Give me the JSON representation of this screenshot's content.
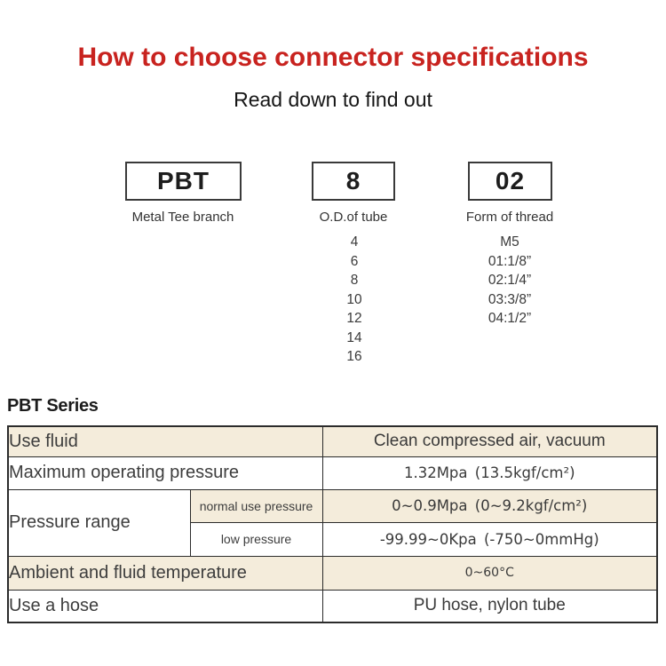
{
  "page": {
    "title": "How to choose connector specifications",
    "subtitle": "Read down to find out",
    "series_heading": "PBT Series"
  },
  "model_selector": {
    "boxes": [
      {
        "code": "PBT",
        "caption": "Metal Tee branch"
      },
      {
        "code": "8",
        "caption": "O.D.of tube",
        "options": [
          "4",
          "6",
          "8",
          "10",
          "12",
          "14",
          "16"
        ]
      },
      {
        "code": "02",
        "caption": "Form of thread",
        "options": [
          "M5",
          "01:1/8”",
          "02:1/4”",
          "03:3/8”",
          "04:1/2”"
        ]
      }
    ]
  },
  "spec_table": {
    "rows": [
      {
        "label": "Use fluid",
        "value": "Clean compressed air, vacuum"
      },
      {
        "label": "Maximum operating pressure",
        "value": "1.32Mpa (13.5kgf/cm²)"
      },
      {
        "label": "Pressure range",
        "sublabel": "normal use pressure",
        "value": "0~0.9Mpa (0~9.2kgf/cm²)"
      },
      {
        "sublabel": "low pressure",
        "value": "-99.99~0Kpa (-750~0mmHg)"
      },
      {
        "label": "Ambient and fluid temperature",
        "value": "0~60°C"
      },
      {
        "label": "Use a hose",
        "value": "PU hose, nylon tube"
      }
    ]
  },
  "colors": {
    "accent_red": "#c8231f",
    "row_beige": "#f4ecdb",
    "table_border": "#2b2b2b",
    "label_text": "#3d3d3d"
  }
}
